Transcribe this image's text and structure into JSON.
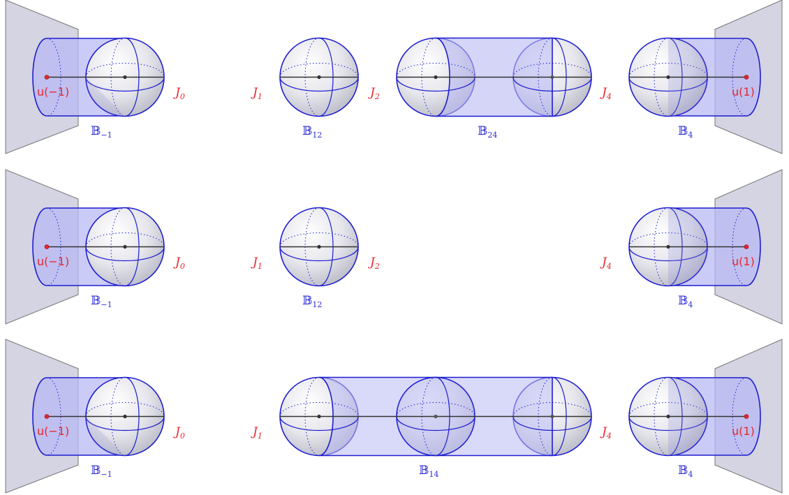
{
  "colors": {
    "red": "#e8252a",
    "blue": "#2b2bd6",
    "tube_fill": "#c9c9f7",
    "wedge_fill": "#d4d4e3",
    "sphere_edge": "#1d1dd0"
  },
  "rows": [
    {
      "labels": {
        "j0": {
          "base": "J",
          "sub": "0"
        },
        "j1": {
          "base": "J",
          "sub": "1"
        },
        "j2": {
          "base": "J",
          "sub": "2"
        },
        "j4": {
          "base": "J",
          "sub": "4"
        }
      },
      "balls": {
        "left": {
          "base": "𝔹",
          "sub": "−1"
        },
        "a": {
          "base": "𝔹",
          "sub": "12"
        },
        "b": {
          "base": "𝔹",
          "sub": "24"
        },
        "right": {
          "base": "𝔹",
          "sub": "4"
        }
      },
      "points": {
        "left": "u(−1)",
        "right": "u(1)"
      }
    },
    {
      "labels": {
        "j0": {
          "base": "J",
          "sub": "0"
        },
        "j1": {
          "base": "J",
          "sub": "1"
        },
        "j2": {
          "base": "J",
          "sub": "2"
        },
        "j4": {
          "base": "J",
          "sub": "4"
        }
      },
      "balls": {
        "left": {
          "base": "𝔹",
          "sub": "−1"
        },
        "a": {
          "base": "𝔹",
          "sub": "12"
        },
        "right": {
          "base": "𝔹",
          "sub": "4"
        }
      },
      "points": {
        "left": "u(−1)",
        "right": "u(1)"
      }
    },
    {
      "labels": {
        "j0": {
          "base": "J",
          "sub": "0"
        },
        "j1": {
          "base": "J",
          "sub": "1"
        },
        "j4": {
          "base": "J",
          "sub": "4"
        }
      },
      "balls": {
        "left": {
          "base": "𝔹",
          "sub": "−1"
        },
        "a": {
          "base": "𝔹",
          "sub": "14"
        },
        "right": {
          "base": "𝔹",
          "sub": "4"
        }
      },
      "points": {
        "left": "u(−1)",
        "right": "u(1)"
      }
    }
  ]
}
